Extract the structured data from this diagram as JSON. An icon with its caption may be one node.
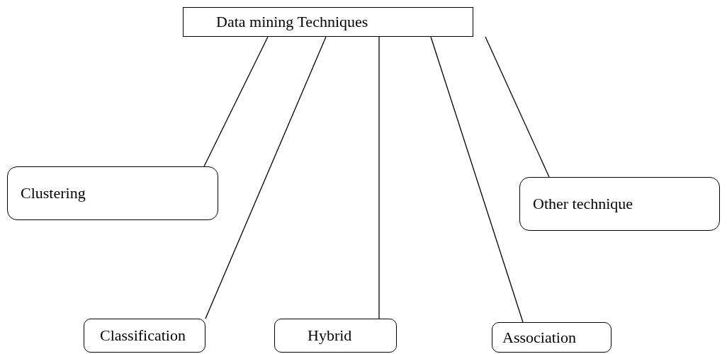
{
  "diagram": {
    "nodes": [
      {
        "text": [
          "Data mining Techniques"
        ]
      },
      {
        "text": [
          "Clustering"
        ]
      },
      {
        "text": [
          "Other technique"
        ]
      },
      {
        "text": [
          "Classification"
        ]
      },
      {
        "text": [
          "Hybrid"
        ]
      },
      {
        "text": [
          "Association"
        ]
      }
    ],
    "edges": [
      {
        "from": 0,
        "to": 1,
        "arrow": "none"
      },
      {
        "from": 0,
        "to": 3,
        "arrow": "none"
      },
      {
        "from": 0,
        "to": 4,
        "arrow": "none"
      },
      {
        "from": 0,
        "to": 5,
        "arrow": "none"
      },
      {
        "from": 0,
        "to": 2,
        "arrow": "none"
      }
    ]
  }
}
